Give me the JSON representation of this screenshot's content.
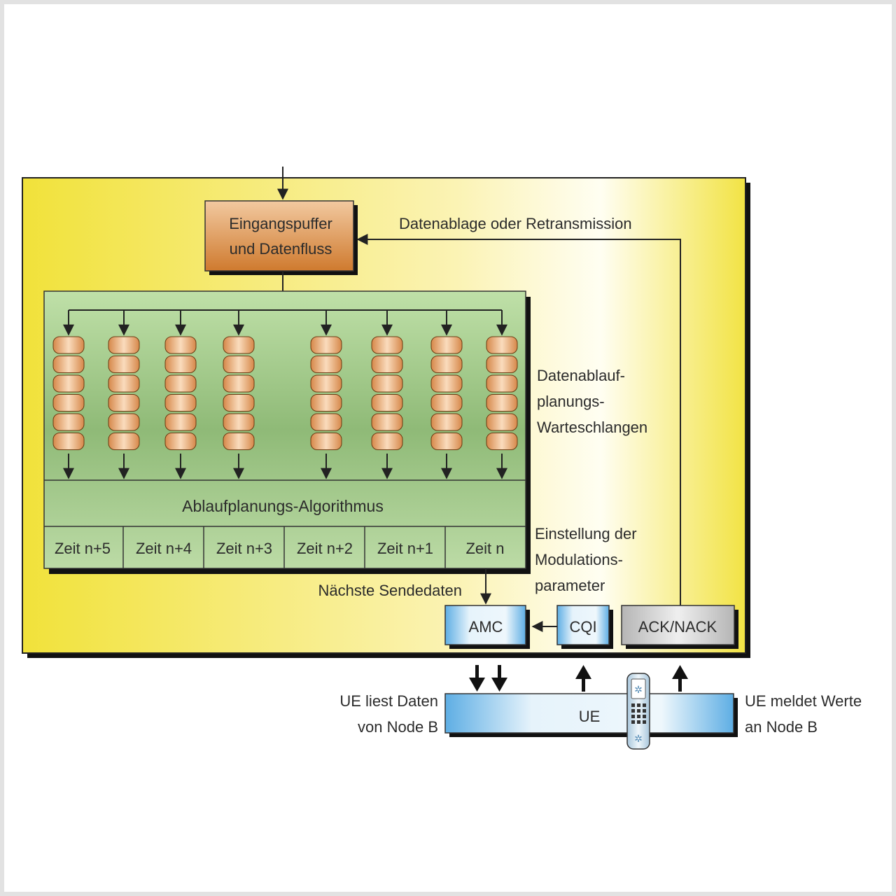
{
  "diagram": {
    "input_buffer": {
      "line1": "Eingangspuffer",
      "line2": "und Datenfluss"
    },
    "feedback_label": "Datenablage oder Retransmission",
    "queues_label": {
      "line1": "Datenablauf-",
      "line2": "planungs-",
      "line3": "Warteschlangen"
    },
    "algorithm_label": "Ablaufplanungs-Algorithmus",
    "time_slots": [
      "Zeit n+5",
      "Zeit n+4",
      "Zeit n+3",
      "Zeit n+2",
      "Zeit n+1",
      "Zeit n"
    ],
    "modulation_label": {
      "line1": "Einstellung der",
      "line2": "Modulations-",
      "line3": "parameter"
    },
    "next_data_label": "Nächste Sendedaten",
    "amc_label": "AMC",
    "cqi_label": "CQI",
    "ack_label": "ACK/NACK",
    "ue_label": "UE",
    "ue_reads": {
      "line1": "UE liest Daten",
      "line2": "von Node B"
    },
    "ue_reports": {
      "line1": "UE meldet Werte",
      "line2": "an Node B"
    },
    "queue_count": 8,
    "packets_per_queue": 6,
    "colors": {
      "yellow": "#f1e23a",
      "orange": "#d98a3c",
      "green": "#a5c98f",
      "blue": "#62aee2",
      "gray": "#c9c9c9"
    },
    "icons": [
      "mobile-phone-icon"
    ]
  }
}
